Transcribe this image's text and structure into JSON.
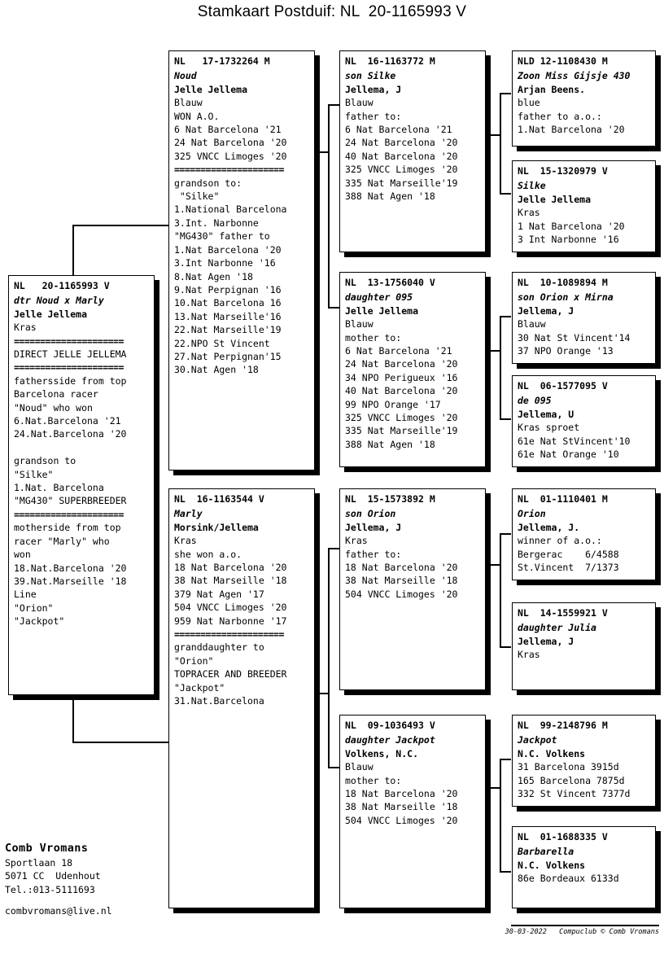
{
  "title": "Stamkaart Postduif: NL  20-1165993 V",
  "footer": {
    "name": "Comb Vromans",
    "address_line1": "Sportlaan 18",
    "address_line2": "5071 CC  Udenhout",
    "phone": "Tel.:013-5111693",
    "email": "combvromans@live.nl",
    "copyright": "30-03-2022   Compuclub © Comb Vromans"
  },
  "boxes": {
    "subject": {
      "ring": "NL   20-1165993 V",
      "lines": [
        "dtr Noud x Marly",
        "Jelle Jellema",
        "Kras",
        "=====================",
        "DIRECT JELLE JELLEMA",
        "=====================",
        "fathersside from top",
        "Barcelona racer",
        "\"Noud\" who won",
        "6.Nat.Barcelona '21",
        "24.Nat.Barcelona '20",
        "",
        "grandson to",
        "\"Silke\"",
        "1.Nat. Barcelona",
        "\"MG430\" SUPERBREEDER",
        "=====================",
        "motherside from top",
        "racer \"Marly\" who",
        "won",
        "18.Nat.Barcelona '20",
        "39.Nat.Marseille '18",
        "Line",
        "\"Orion\"",
        "\"Jackpot\""
      ]
    },
    "father": {
      "ring": "NL   17-1732264 M",
      "lines": [
        "Noud",
        "Jelle Jellema",
        "Blauw",
        "WON A.O.",
        "6 Nat Barcelona '21",
        "24 Nat Barcelona '20",
        "325 VNCC Limoges '20",
        "=====================",
        "grandson to:",
        " \"Silke\"",
        "1.National Barcelona",
        "3.Int. Narbonne",
        "\"MG430\" father to",
        "1.Nat Barcelona '20",
        "3.Int Narbonne '16",
        "8.Nat Agen '18",
        "9.Nat Perpignan '16",
        "10.Nat Barcelona 16",
        "13.Nat Marseille'16",
        "22.Nat Marseille'19",
        "22.NPO St Vincent",
        "27.Nat Perpignan'15",
        "30.Nat Agen '18"
      ]
    },
    "mother": {
      "ring": "NL  16-1163544 V",
      "lines": [
        "Marly",
        "Morsink/Jellema",
        "Kras",
        "she won a.o.",
        "18 Nat Barcelona '20",
        "38 Nat Marseille '18",
        "379 Nat Agen '17",
        "504 VNCC Limoges '20",
        "959 Nat Narbonne '17",
        "=====================",
        "granddaughter to",
        "\"Orion\"",
        "TOPRACER AND BREEDER",
        "\"Jackpot\"",
        "31.Nat.Barcelona"
      ]
    },
    "ff": {
      "ring": "NL  16-1163772 M",
      "lines": [
        "son Silke",
        "Jellema, J",
        "Blauw",
        "father to:",
        "6 Nat Barcelona '21",
        "24 Nat Barcelona '20",
        "40 Nat Barcelona '20",
        "325 VNCC Limoges '20",
        "335 Nat Marseille'19",
        "388 Nat Agen '18"
      ]
    },
    "fm": {
      "ring": "NL  13-1756040 V",
      "lines": [
        "daughter 095",
        "Jelle Jellema",
        "Blauw",
        "mother to:",
        "6 Nat Barcelona '21",
        "24 Nat Barcelona '20",
        "34 NPO Perigueux '16",
        "40 Nat Barcelona '20",
        "99 NPO Orange '17",
        "325 VNCC Limoges '20",
        "335 Nat Marseille'19",
        "388 Nat Agen '18"
      ]
    },
    "mf": {
      "ring": "NL  15-1573892 M",
      "lines": [
        "son Orion",
        "Jellema, J",
        "Kras",
        "father to:",
        "18 Nat Barcelona '20",
        "38 Nat Marseille '18",
        "504 VNCC Limoges '20"
      ]
    },
    "mm": {
      "ring": "NL  09-1036493 V",
      "lines": [
        "daughter Jackpot",
        "Volkens, N.C.",
        "Blauw",
        "mother to:",
        "18 Nat Barcelona '20",
        "38 Nat Marseille '18",
        "504 VNCC Limoges '20"
      ]
    },
    "fff": {
      "ring": "NLD 12-1108430 M",
      "lines": [
        "Zoon Miss Gijsje 430",
        "Arjan Beens.",
        "blue",
        "father to a.o.:",
        "1.Nat Barcelona '20"
      ]
    },
    "ffm": {
      "ring": "NL  15-1320979 V",
      "lines": [
        "Silke",
        "Jelle Jellema",
        "Kras",
        "1 Nat Barcelona '20",
        "3 Int Narbonne '16"
      ]
    },
    "fmf": {
      "ring": "NL  10-1089894 M",
      "lines": [
        "son Orion x Mirna",
        "Jellema, J",
        "Blauw",
        "30 Nat St Vincent'14",
        "37 NPO Orange '13"
      ]
    },
    "fmm": {
      "ring": "NL  06-1577095 V",
      "lines": [
        "de 095",
        "Jellema, U",
        "Kras sproet",
        "61e Nat StVincent'10",
        "61e Nat Orange '10"
      ]
    },
    "mff": {
      "ring": "NL  01-1110401 M",
      "lines": [
        "Orion",
        "Jellema, J.",
        "winner of a.o.:",
        "Bergerac    6/4588",
        "St.Vincent  7/1373"
      ]
    },
    "mfm": {
      "ring": "NL  14-1559921 V",
      "lines": [
        "daughter Julia",
        "Jellema, J",
        "Kras"
      ]
    },
    "mmf": {
      "ring": "NL  99-2148796 M",
      "lines": [
        "Jackpot",
        "N.C. Volkens",
        "31 Barcelona 3915d",
        "165 Barcelona 7875d",
        "332 St Vincent 7377d"
      ]
    },
    "mmm": {
      "ring": "NL  01-1688335 V",
      "lines": [
        "Barbarella",
        "N.C. Volkens",
        "86e Bordeaux 6133d"
      ]
    }
  }
}
